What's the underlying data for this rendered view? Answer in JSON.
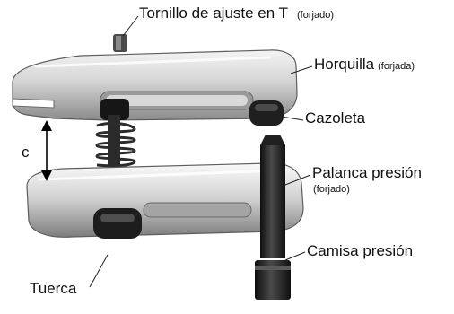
{
  "labels": {
    "tornillo": {
      "main": "Tornillo de ajuste en T",
      "note": "(forjado)"
    },
    "horquilla": {
      "main": "Horquilla",
      "note": "(forjada)"
    },
    "cazoleta": "Cazoleta",
    "palanca": {
      "main": "Palanca presión",
      "note": "(forjado)"
    },
    "camisa": "Camisa presión",
    "tuerca": "Tuerca",
    "dimension": "c"
  },
  "colors": {
    "metal_light": "#e9e9e9",
    "metal_mid": "#b9b9b9",
    "metal_dark": "#6f6f6f",
    "rubber": "#1c1c1c",
    "leader_line": "#222222"
  }
}
